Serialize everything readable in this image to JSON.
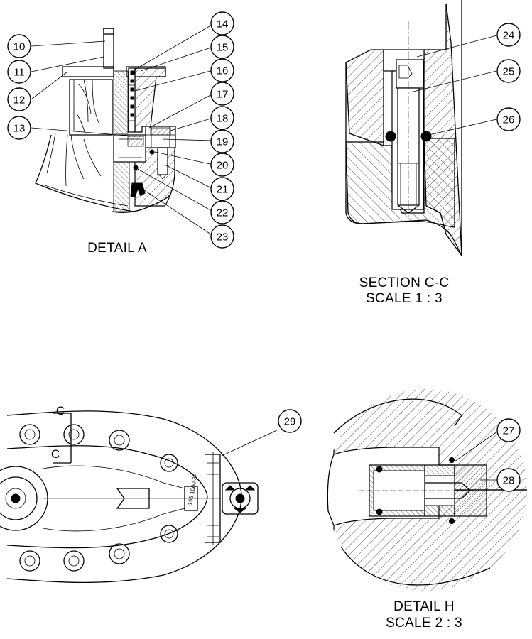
{
  "captions": {
    "detail_a": "DETAIL A",
    "section_cc_line1": "SECTION C-C",
    "section_cc_line2": "SCALE 1 : 3",
    "detail_h_line1": "DETAIL H",
    "detail_h_line2": "SCALE 2 : 3"
  },
  "section_markers": {
    "upper": "C",
    "lower": "C"
  },
  "part_marking": "155-1000-82",
  "callouts": [
    {
      "id": "c10",
      "label": "10"
    },
    {
      "id": "c11",
      "label": "11"
    },
    {
      "id": "c12",
      "label": "12"
    },
    {
      "id": "c13",
      "label": "13"
    },
    {
      "id": "c14",
      "label": "14"
    },
    {
      "id": "c15",
      "label": "15"
    },
    {
      "id": "c16",
      "label": "16"
    },
    {
      "id": "c17",
      "label": "17"
    },
    {
      "id": "c18",
      "label": "18"
    },
    {
      "id": "c19",
      "label": "19"
    },
    {
      "id": "c20",
      "label": "20"
    },
    {
      "id": "c21",
      "label": "21"
    },
    {
      "id": "c22",
      "label": "22"
    },
    {
      "id": "c23",
      "label": "23"
    },
    {
      "id": "c24",
      "label": "24"
    },
    {
      "id": "c25",
      "label": "25"
    },
    {
      "id": "c26",
      "label": "26"
    },
    {
      "id": "c27",
      "label": "27"
    },
    {
      "id": "c28",
      "label": "28"
    },
    {
      "id": "c29",
      "label": "29"
    }
  ]
}
